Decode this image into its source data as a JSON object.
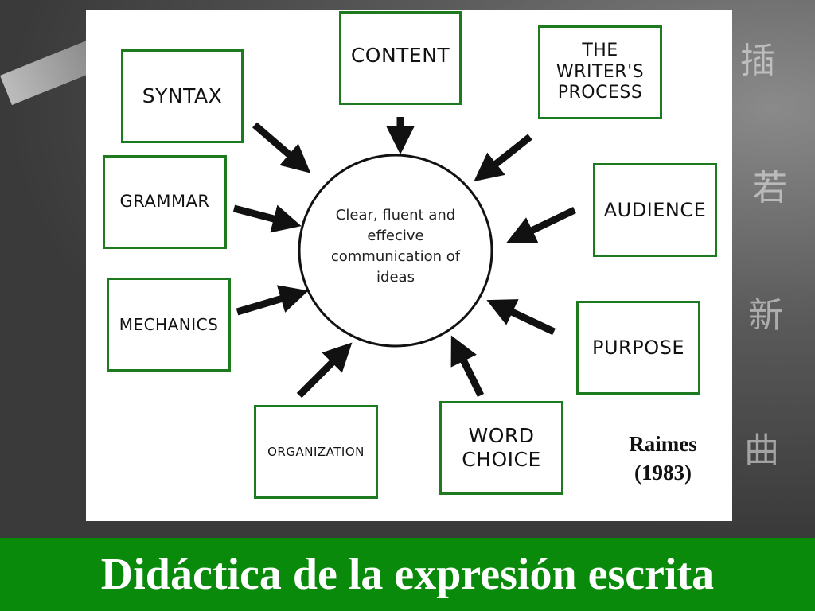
{
  "diagram": {
    "center": "Clear, fluent and effecive communication of ideas",
    "nodes": {
      "syntax": "SYNTAX",
      "content": "CONTENT",
      "writers_process": "THE WRITER'S PROCESS",
      "grammar": "GRAMMAR",
      "audience": "AUDIENCE",
      "mechanics": "MECHANICS",
      "purpose": "PURPOSE",
      "organization": "ORGANIZATION",
      "word_choice": "WORD CHOICE"
    },
    "citation": "Raimes (1983)"
  },
  "slide_title": "Didáctica de la expresión escrita",
  "colors": {
    "box_border": "#1e7a1e",
    "title_bar": "#0a8a0a"
  }
}
